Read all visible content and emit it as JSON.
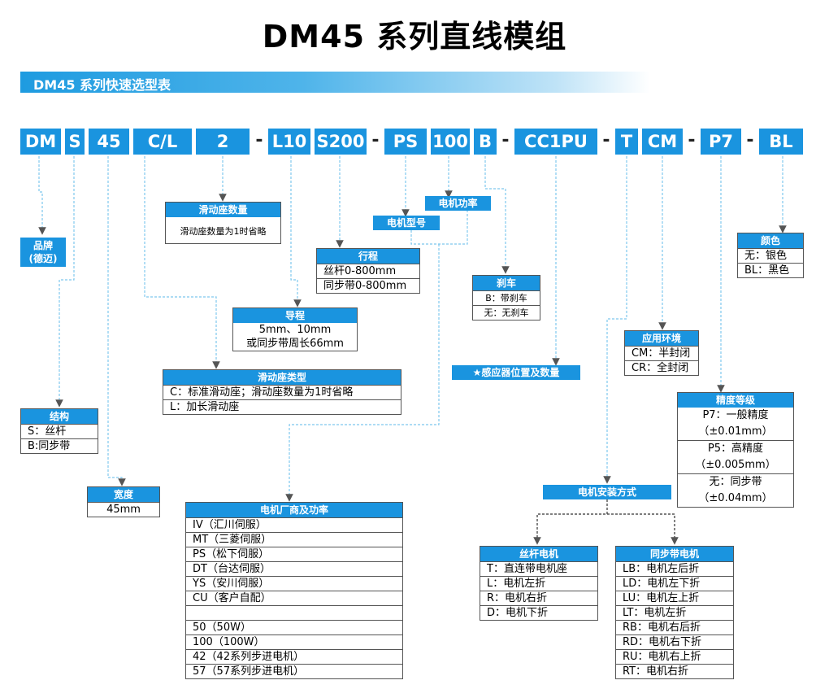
{
  "title": "DM45 系列直线模组",
  "subtitle": "DM45 系列快速选型表",
  "codes": {
    "dm": "DM",
    "s": "S",
    "n45": "45",
    "cl": "C/L",
    "n2": "2",
    "l10": "L10",
    "s200": "S200",
    "ps": "PS",
    "n100": "100",
    "b": "B",
    "cc1pu": "CC1PU",
    "t": "T",
    "cm": "CM",
    "p7": "P7",
    "bl": "BL",
    "dash": "-"
  },
  "brand": {
    "header": "品牌",
    "sub": "(德迈)"
  },
  "structure": {
    "header": "结构",
    "rows": [
      "S：丝杆",
      "B:同步带"
    ]
  },
  "width": {
    "header": "宽度",
    "rows": [
      "45mm"
    ]
  },
  "slider_count": {
    "header": "滑动座数量",
    "rows": [
      "滑动座数量为1时省略"
    ]
  },
  "slider_type": {
    "header": "滑动座类型",
    "rows": [
      "C：标准滑动座；滑动座数量为1时省略",
      "L：加长滑动座"
    ]
  },
  "lead": {
    "header": "导程",
    "rows": [
      "5mm、10mm",
      "或同步带周长66mm"
    ]
  },
  "stroke": {
    "header": "行程",
    "rows": [
      "丝杆0-800mm",
      "同步带0-800mm"
    ]
  },
  "motor_model": {
    "header": "电机型号"
  },
  "motor_power": {
    "header": "电机功率"
  },
  "motor_maker": {
    "header": "电机厂商及功率",
    "rows": [
      "IV（汇川伺服）",
      "MT（三菱伺服）",
      "PS（松下伺服）",
      "DT（台达伺服）",
      "YS（安川伺服）",
      "CU（客户自配）",
      "",
      "50（50W）",
      "100（100W）",
      "42（42系列步进电机）",
      "57（57系列步进电机）"
    ]
  },
  "brake": {
    "header": "刹车",
    "rows": [
      "B：带刹车",
      "无：无刹车"
    ]
  },
  "sensor": {
    "header": "★感应器位置及数量"
  },
  "environment": {
    "header": "应用环境",
    "rows": [
      "CM：半封闭",
      "CR：全封闭"
    ]
  },
  "color": {
    "header": "颜色",
    "rows": [
      "无：银色",
      "BL：黑色"
    ]
  },
  "precision": {
    "header": "精度等级",
    "rows": [
      "P7：一般精度",
      "（±0.01mm）",
      "P5：高精度",
      "（±0.005mm）",
      "无：同步带",
      "（±0.04mm）"
    ]
  },
  "mounting": {
    "header": "电机安装方式"
  },
  "screw_motor": {
    "header": "丝杆电机",
    "rows": [
      "T：直连带电机座",
      "L：电机左折",
      "R：电机右折",
      "D：电机下折"
    ]
  },
  "belt_motor": {
    "header": "同步带电机",
    "rows": [
      "LB：电机左后折",
      "LD：电机左下折",
      "LU：电机左上折",
      "LT：电机左折",
      "RB：电机右后折",
      "RD：电机右下折",
      "RU：电机右上折",
      "RT：电机右折"
    ]
  },
  "colors": {
    "accent": "#1a94df",
    "line": "#7ec8ee"
  }
}
